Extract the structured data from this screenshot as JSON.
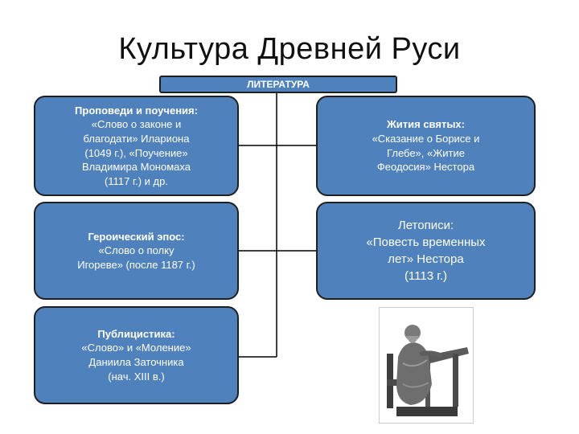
{
  "title": "Культура Древней Руси",
  "root": {
    "label": "ЛИТЕРАТУРА"
  },
  "nodes": [
    {
      "heading": "Проповеди и поучения:",
      "body": [
        "«Слово о законе и",
        "благодати» Илариона",
        "(1049 г.), «Поучение»",
        "Владимира Мономаха",
        "(1117 г.) и др."
      ]
    },
    {
      "heading": "Героический эпос:",
      "body": [
        "«Слово о полку",
        "Игореве» (после 1187 г.)"
      ]
    },
    {
      "heading": "Публицистика:",
      "body": [
        "«Слово» и «Моление»",
        "Даниила Заточника",
        "(нач. XIII в.)"
      ]
    },
    {
      "heading": "Жития святых:",
      "body": [
        "«Сказание о Борисе и",
        "Глебе», «Житие",
        "Феодосия» Нестора"
      ]
    },
    {
      "heading": "Летописи:",
      "body": [
        "«Повесть временных",
        "лет» Нестора",
        "(1113 г.)"
      ]
    }
  ],
  "colors": {
    "box_fill": "#4f81bd",
    "box_border": "#1f1f1f",
    "connector": "#000000"
  },
  "image": {
    "icon": "monk-writer-statue-icon"
  }
}
